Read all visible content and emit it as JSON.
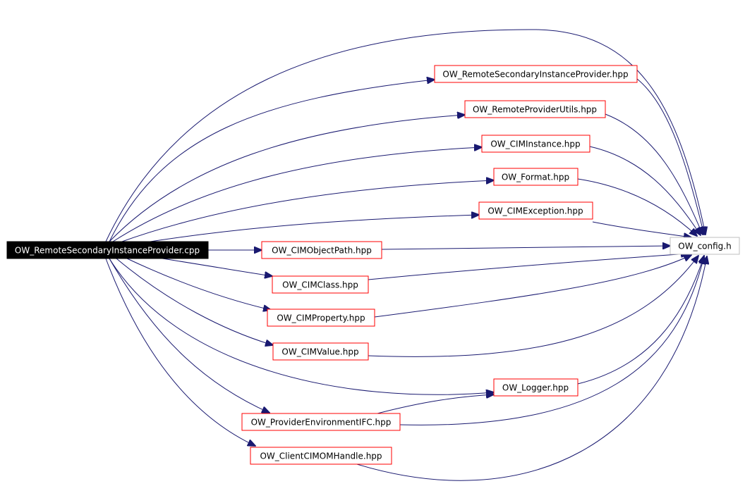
{
  "diagram": {
    "colors": {
      "edge": "#191970",
      "node_border": "#ff0000",
      "root_fill": "#000000",
      "root_text": "#ffffff",
      "leaf_border": "#bfbfbf"
    },
    "root": "OW_RemoteSecondaryInstanceProvider.cpp",
    "leaf": "OW_config.h",
    "includes": [
      "OW_RemoteSecondaryInstanceProvider.hpp",
      "OW_RemoteProviderUtils.hpp",
      "OW_CIMInstance.hpp",
      "OW_Format.hpp",
      "OW_CIMException.hpp",
      "OW_CIMObjectPath.hpp",
      "OW_CIMClass.hpp",
      "OW_CIMProperty.hpp",
      "OW_CIMValue.hpp",
      "OW_Logger.hpp",
      "OW_ProviderEnvironmentIFC.hpp",
      "OW_ClientCIMOMHandle.hpp"
    ]
  }
}
